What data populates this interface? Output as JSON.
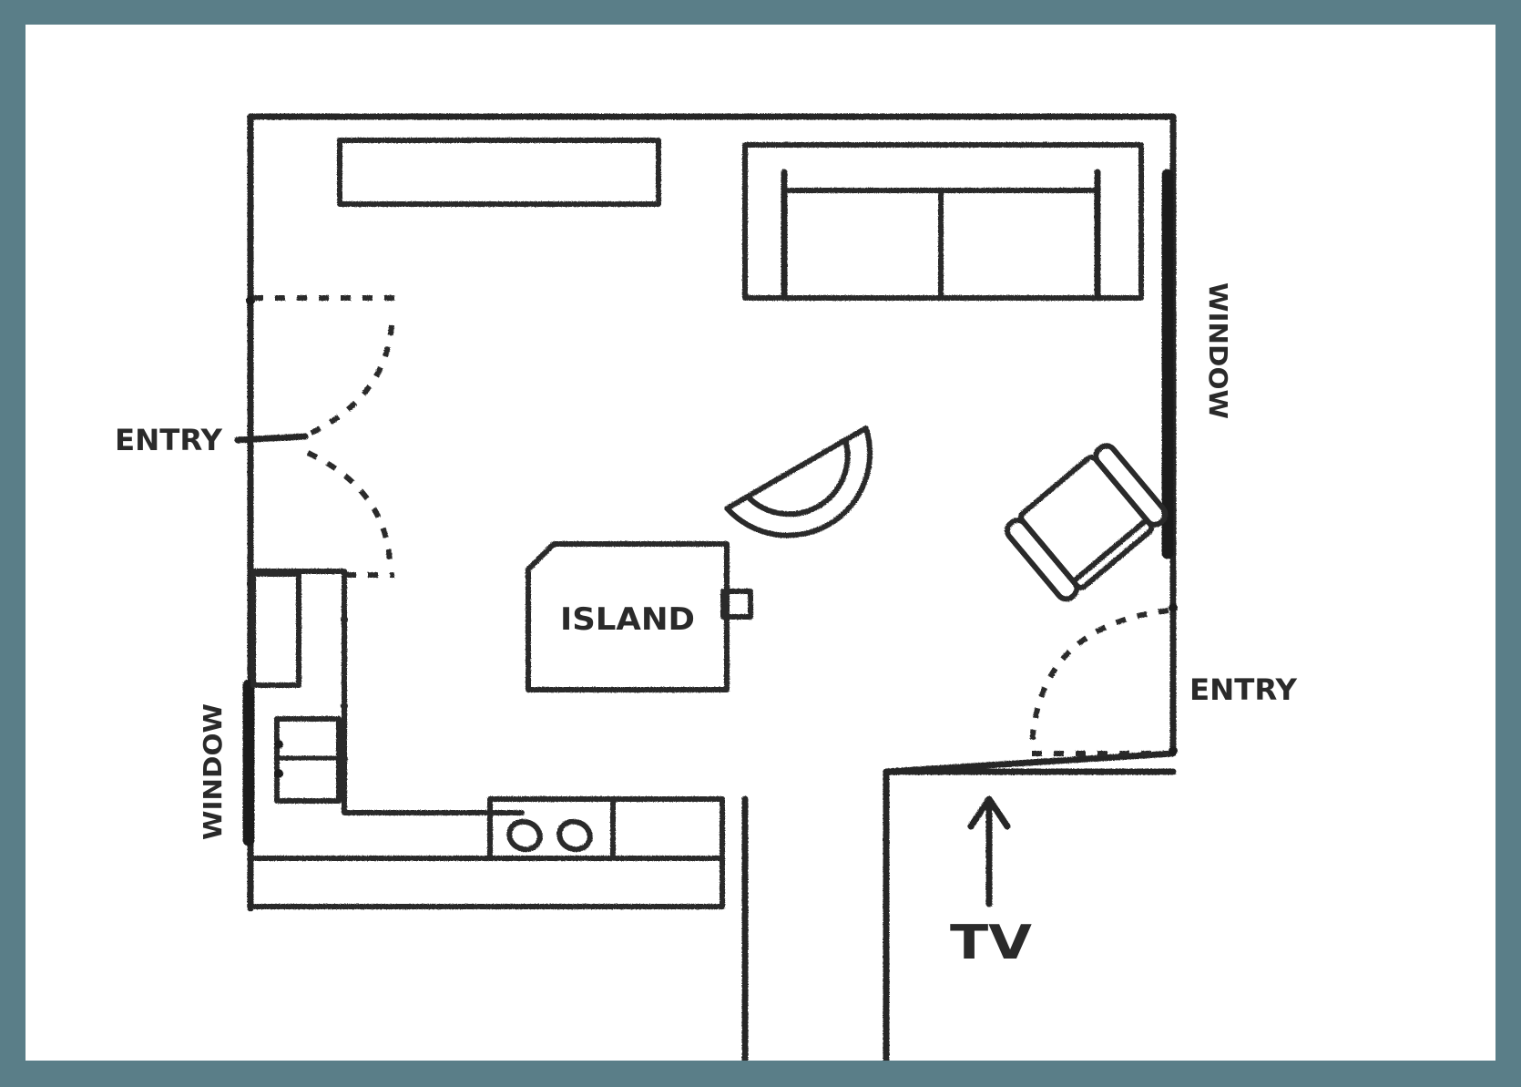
{
  "labels": {
    "entry_left": "ENTRY",
    "entry_right": "ENTRY",
    "window_left": "WINDOW",
    "window_right": "WINDOW",
    "island": "ISLAND",
    "tv": "TV"
  },
  "colors": {
    "border": "#5a7e88",
    "paper": "#ffffff",
    "ink": "#262626"
  }
}
